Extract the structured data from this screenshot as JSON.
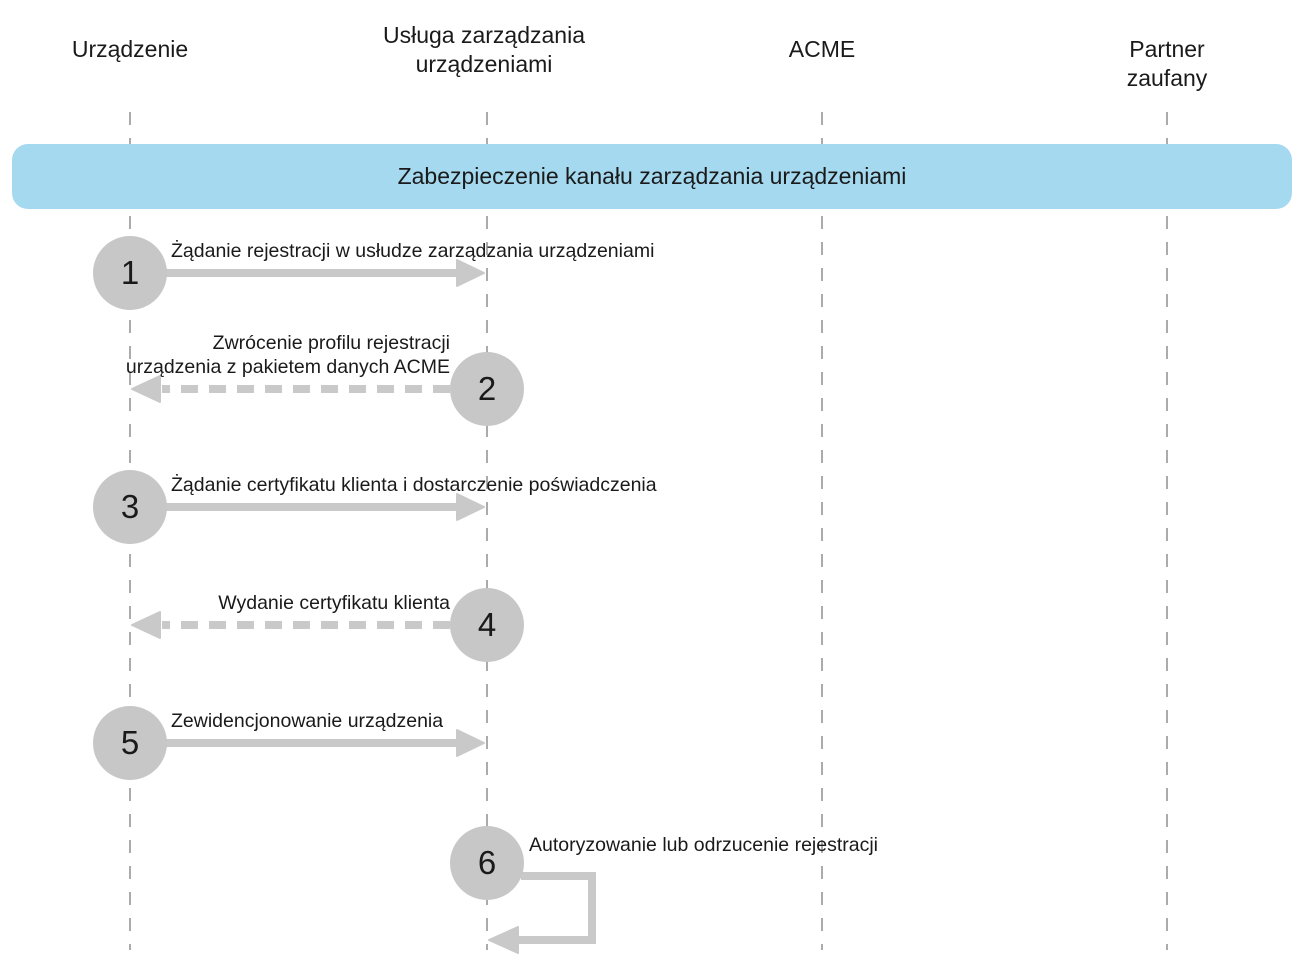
{
  "colors": {
    "banner_bg": "#A5D9EF",
    "text": "#1A1A1A",
    "circle_fill": "#C7C7C7",
    "arrow": "#C9C9C9",
    "lifeline": "#ABABAB",
    "background": "#FFFFFF"
  },
  "diagram": {
    "type": "sequence",
    "actors": [
      {
        "name": "Urządzenie"
      },
      {
        "name": "Usługa zarządzania urządzeniami"
      },
      {
        "name": "ACME"
      },
      {
        "name": "Partner zaufany"
      }
    ],
    "banner": {
      "label": "Zabezpieczenie kanału zarządzania urządzeniami"
    },
    "steps": [
      {
        "number": "1",
        "label": "Żądanie rejestracji w usłudze zarządzania urządzeniami",
        "from": "Urządzenie",
        "to": "Usługa zarządzania urządzeniami",
        "line": "solid",
        "direction": "right"
      },
      {
        "number": "2",
        "label": "Zwrócenie profilu rejestracji\nurządzenia z pakietem danych ACME",
        "from": "Usługa zarządzania urządzeniami",
        "to": "Urządzenie",
        "line": "dashed",
        "direction": "left"
      },
      {
        "number": "3",
        "label": "Żądanie certyfikatu klienta i dostarczenie poświadczenia",
        "from": "Urządzenie",
        "to": "Usługa zarządzania urządzeniami",
        "line": "solid",
        "direction": "right"
      },
      {
        "number": "4",
        "label": "Wydanie certyfikatu klienta",
        "from": "Usługa zarządzania urządzeniami",
        "to": "Urządzenie",
        "line": "dashed",
        "direction": "left"
      },
      {
        "number": "5",
        "label": "Zewidencjonowanie urządzenia",
        "from": "Urządzenie",
        "to": "Usługa zarządzania urządzeniami",
        "line": "solid",
        "direction": "right"
      },
      {
        "number": "6",
        "label": "Autoryzowanie lub odrzucenie rejestracji",
        "from": "Usługa zarządzania urządzeniami",
        "to": "Usługa zarządzania urządzeniami",
        "line": "solid",
        "direction": "self"
      }
    ]
  }
}
